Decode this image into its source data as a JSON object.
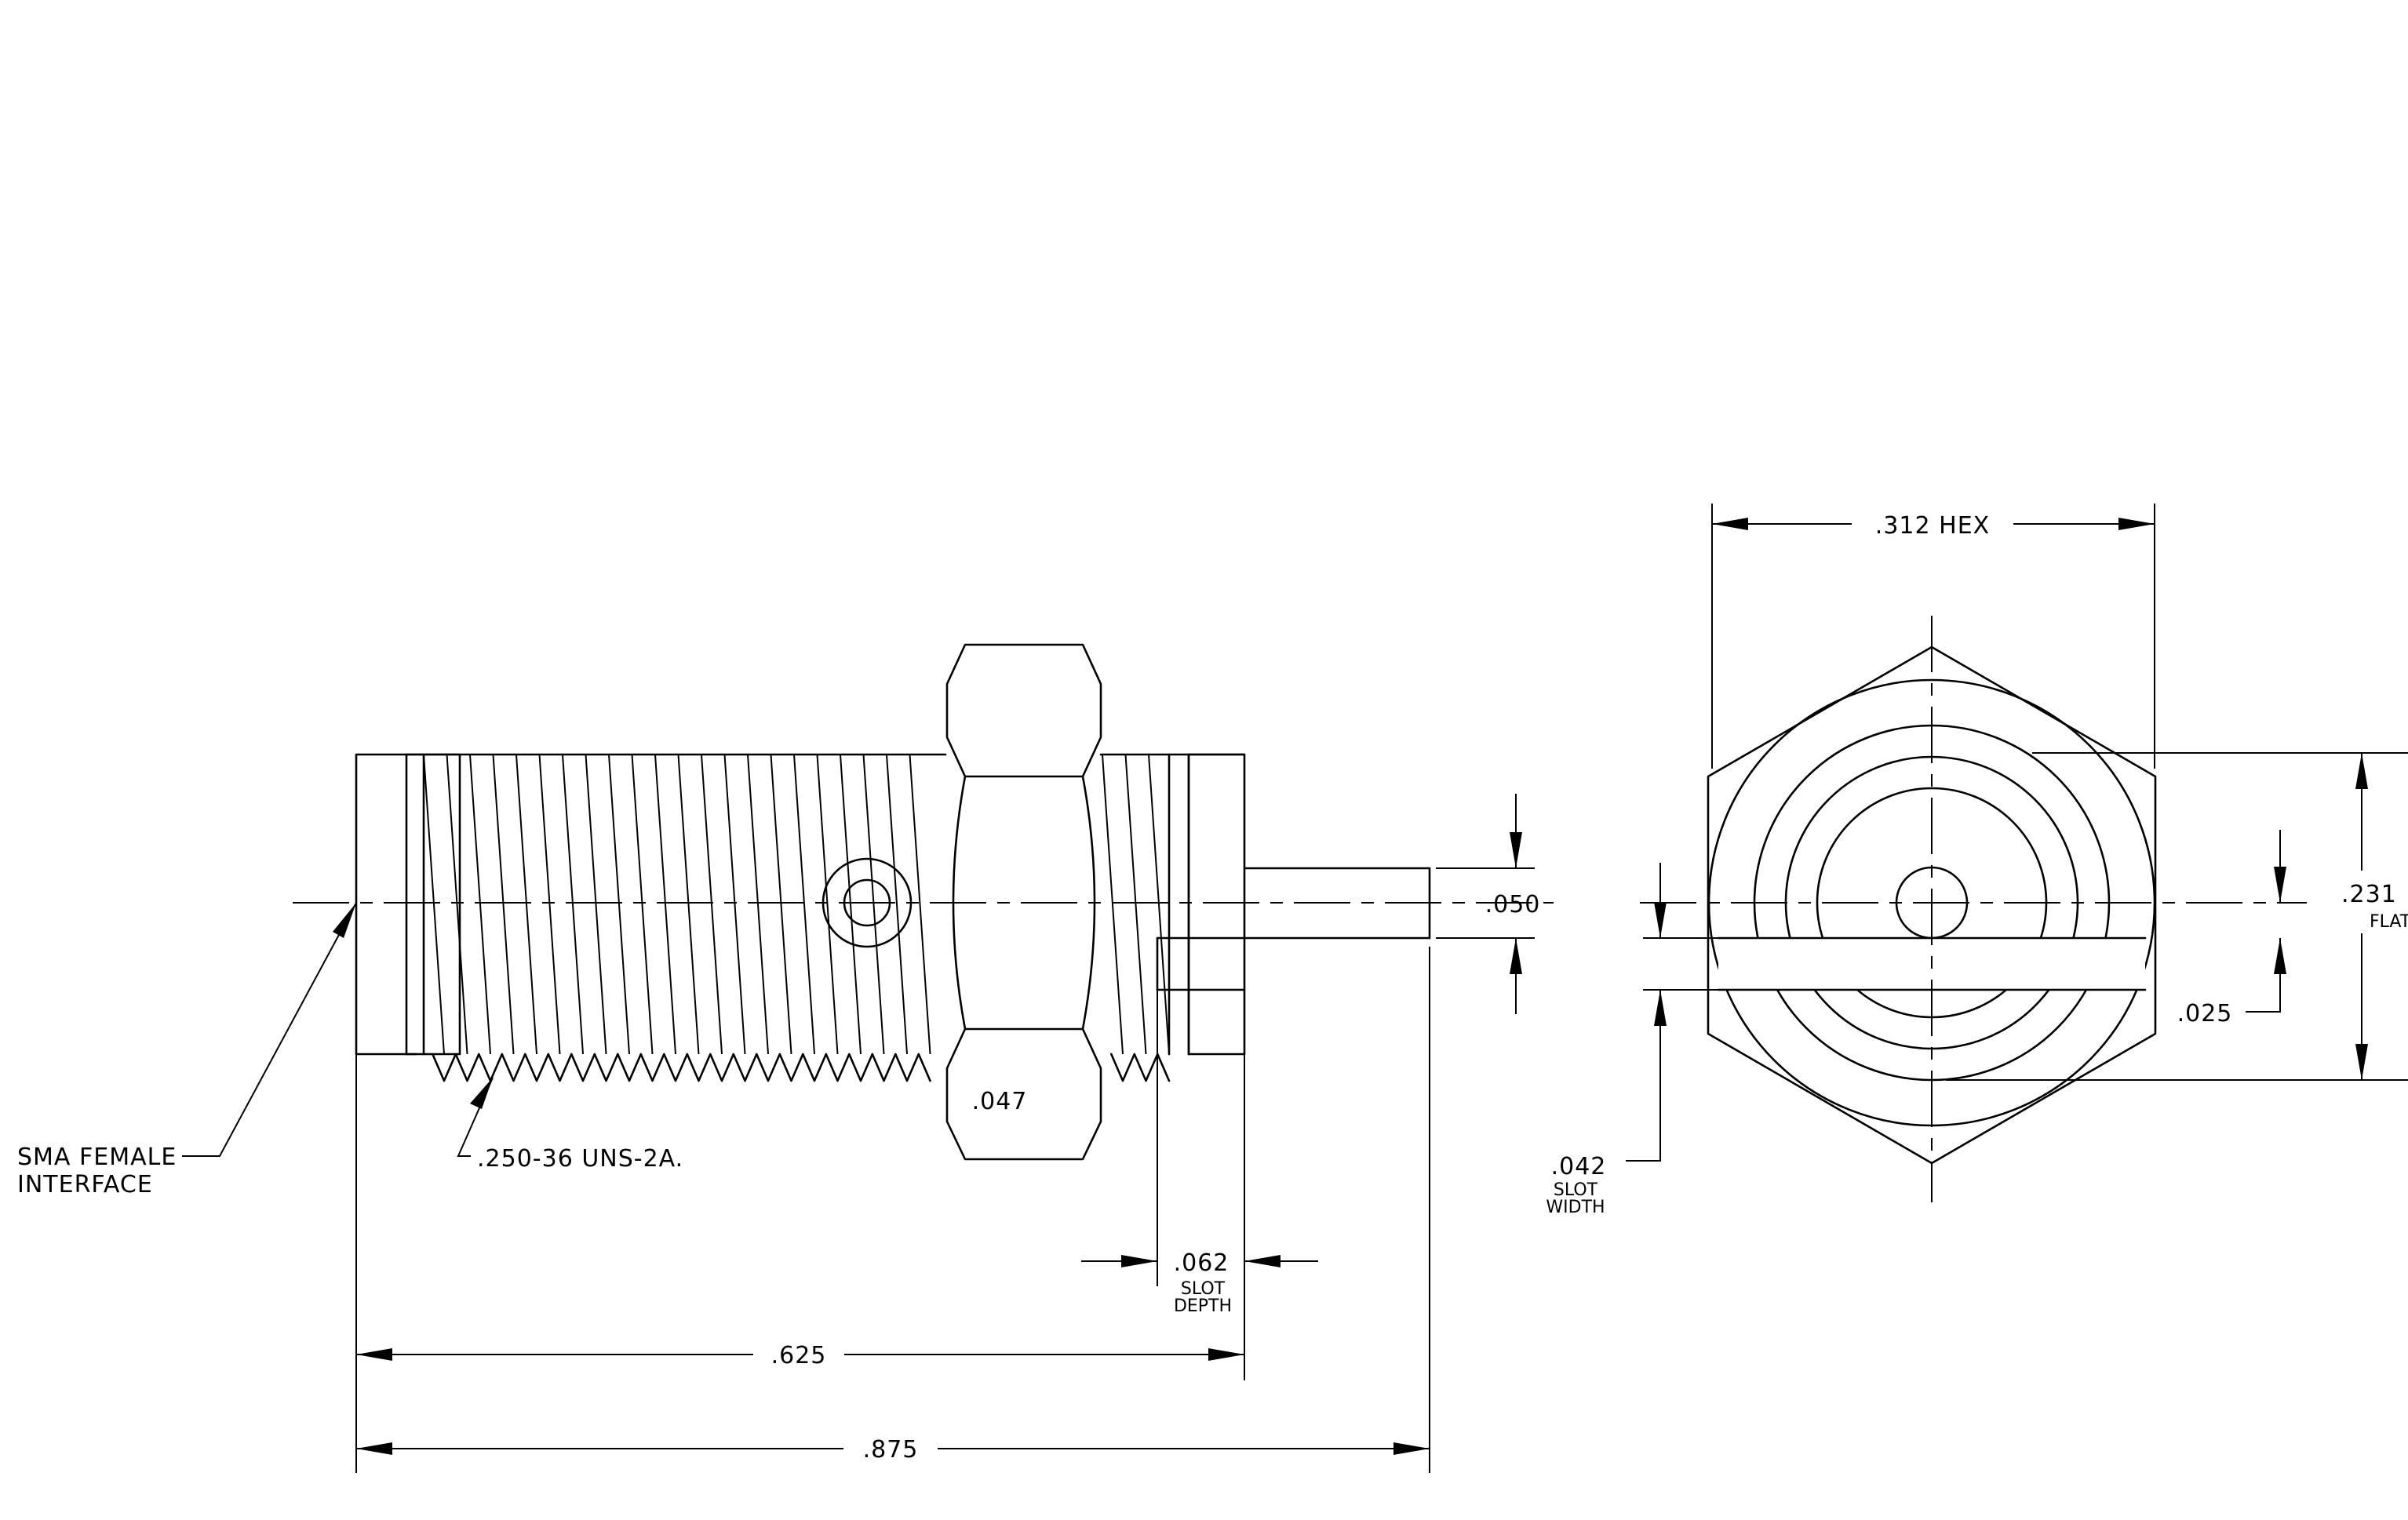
{
  "labels": {
    "hex_width": ".312 HEX",
    "flat_size": ".231",
    "flat_suffix": "FLAT",
    "center_dim": ".050",
    "slot_025": ".025",
    "slot_width_value": ".042",
    "slot_width_l1": "SLOT",
    "slot_width_l2": "WIDTH",
    "hex_nut_dim": ".047",
    "slot_depth_value": ".062",
    "slot_depth_l1": "SLOT",
    "slot_depth_l2": "DEPTH",
    "len_625": ".625",
    "len_875": ".875",
    "interface_l1": "SMA FEMALE",
    "interface_l2": "INTERFACE",
    "thread_spec": ".250-36 UNS-2A."
  }
}
